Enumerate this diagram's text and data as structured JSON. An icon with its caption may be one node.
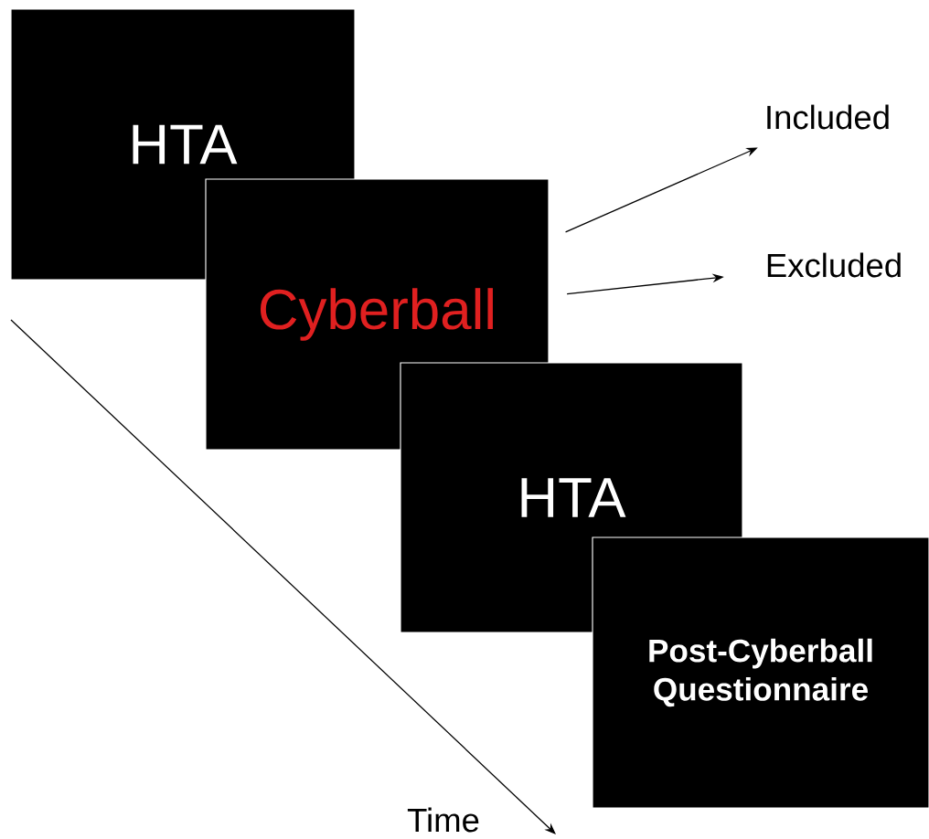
{
  "diagram": {
    "nodes": [
      {
        "text": [
          "HTA"
        ]
      },
      {
        "text": [
          "Cyberball"
        ]
      },
      {
        "text": [
          "HTA"
        ]
      },
      {
        "text": [
          "Post-Cyberball Questionnaire"
        ]
      },
      {
        "text": [
          "Included"
        ]
      },
      {
        "text": [
          "Excluded"
        ]
      }
    ],
    "edges": [
      {
        "from": 1,
        "to": 4,
        "arrow": "to"
      },
      {
        "from": 1,
        "to": 5,
        "arrow": "to"
      }
    ],
    "labels": [
      "Time"
    ]
  }
}
